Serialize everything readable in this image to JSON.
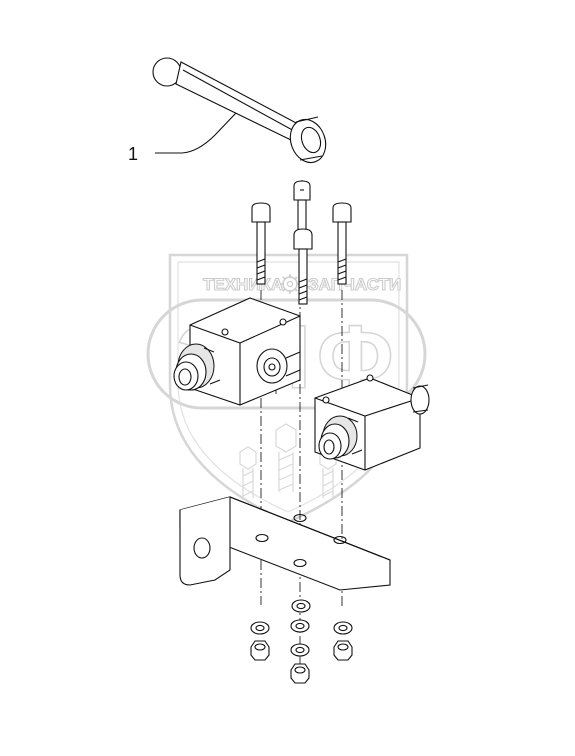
{
  "diagram": {
    "callouts": [
      {
        "label": "1"
      }
    ]
  },
  "watermark": {
    "top_text_left": "ТЕХНИКА",
    "top_text_right": "ЗАПЧАСТИ",
    "logo_text": "ЭПФ"
  },
  "colors": {
    "line": "#111111",
    "watermark": "#c4c4c4",
    "background": "#ffffff"
  }
}
